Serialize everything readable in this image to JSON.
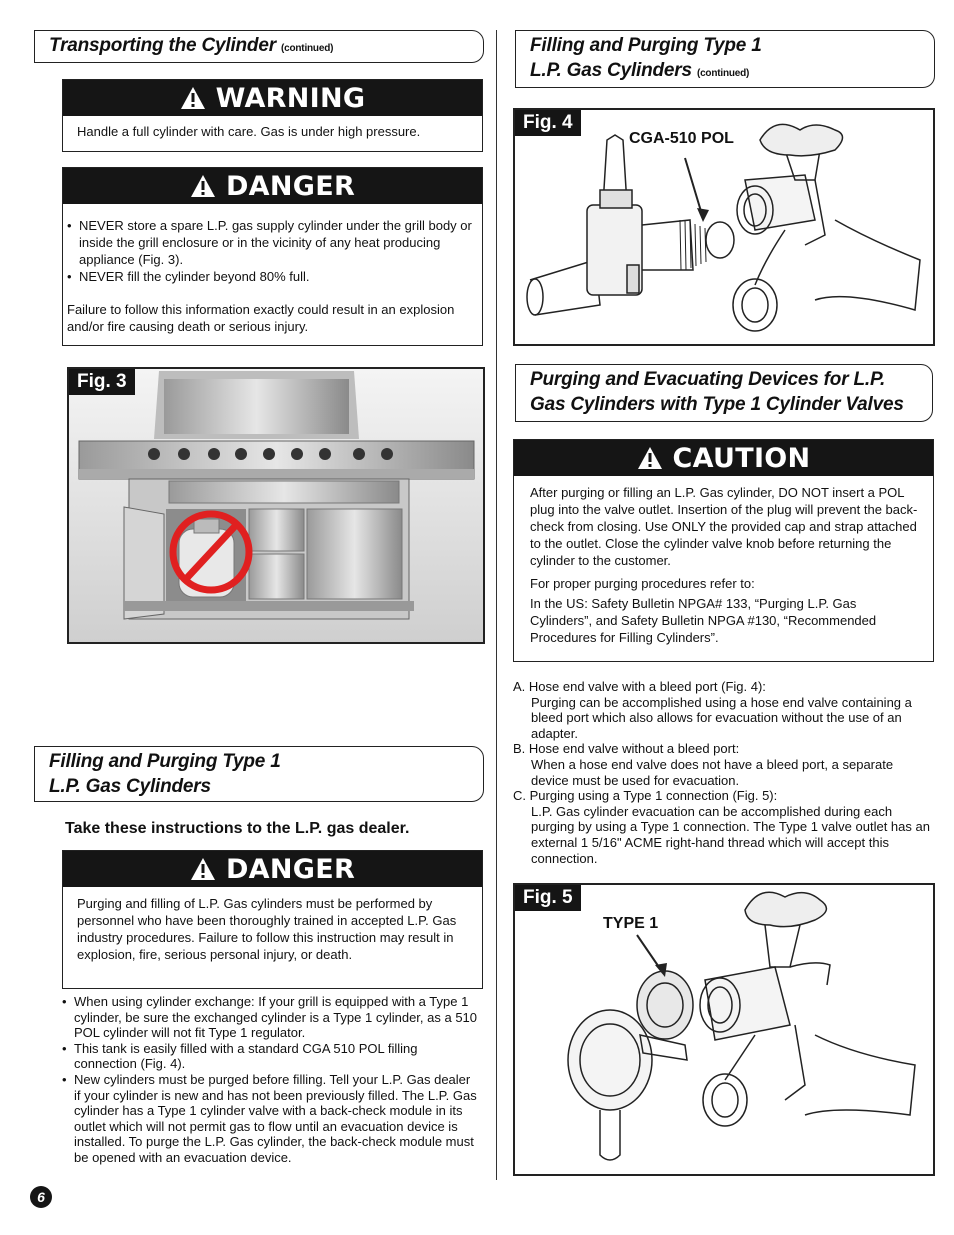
{
  "left": {
    "transport_header": {
      "title": "Transporting the Cylinder",
      "cont": "(continued)"
    },
    "warning": {
      "label": "WARNING",
      "text": "Handle a full cylinder with care. Gas is under high pressure."
    },
    "danger1": {
      "label": "DANGER",
      "bullets": [
        "NEVER store a spare L.P. gas supply cylinder under the grill body or inside the grill enclosure or in the vicinity of any heat producing appliance (Fig. 3).",
        "NEVER fill the cylinder beyond 80% full."
      ],
      "failure": "Failure to follow this information exactly could result in an explosion and/or fire causing death or serious injury."
    },
    "fig3_label": "Fig. 3",
    "filling_header": {
      "line1": "Filling and Purging Type 1",
      "line2": "L.P. Gas Cylinders"
    },
    "take_instructions": "Take these instructions to the L.P. gas dealer.",
    "danger2": {
      "label": "DANGER",
      "text": "Purging and filling of L.P. Gas cylinders must be performed by personnel who have been thoroughly trained in accepted L.P. Gas industry procedures. Failure to follow this instruction may result in explosion, fire, serious personal injury, or death."
    },
    "bullets": [
      "When using cylinder exchange: If your grill is equipped with a Type 1 cylinder, be sure the exchanged cylinder is a Type 1 cylinder, as a 510 POL cylinder will not fit Type 1 regulator.",
      "This tank is easily filled with a standard CGA 510 POL filling connection (Fig. 4).",
      "New cylinders must be purged before filling. Tell your L.P. Gas dealer if your cylinder is new and has not been previously filled. The L.P. Gas cylinder has a Type 1 cylinder valve with a back-check module in its outlet which will not permit gas to flow until an evacuation device is installed. To purge the L.P. Gas cylinder, the back-check module must be opened with an evacuation device."
    ],
    "page_number": "6"
  },
  "right": {
    "filling_header": {
      "line1": "Filling and Purging Type 1",
      "line2": "L.P. Gas Cylinders",
      "cont": "(continued)"
    },
    "fig4_label": "Fig. 4",
    "fig4_callout": "CGA-510 POL",
    "purging_header": {
      "line1": "Purging and Evacuating Devices for L.P.",
      "line2": "Gas Cylinders with Type 1 Cylinder Valves"
    },
    "caution": {
      "label": "CAUTION",
      "text": "After purging or filling an L.P. Gas cylinder, DO NOT insert a POL plug into the valve outlet. Insertion of the plug will prevent the back-check from closing. Use ONLY the provided cap and strap attached to the outlet. Close the cylinder valve knob before returning the cylinder to the customer.",
      "refer": "For proper purging procedures refer to:",
      "us": "In the US: Safety Bulletin NPGA# 133, “Purging L.P. Gas Cylinders”, and Safety Bulletin NPGA #130, “Recommended Procedures for Filling Cylinders”."
    },
    "items": [
      {
        "head": "A. Hose end valve with a bleed port (Fig. 4):",
        "body": "Purging can be accomplished using a hose end valve containing a bleed port which also allows for evacuation without the use of an adapter."
      },
      {
        "head": "B. Hose end valve without a bleed port:",
        "body": "When a hose end valve does not have a bleed port, a separate device must be used for evacuation."
      },
      {
        "head": "C. Purging using a Type 1 connection (Fig. 5):",
        "body": "L.P. Gas cylinder evacuation can be accomplished during each purging by using a Type 1 connection.  The Type 1 valve outlet has an external 1 5/16\" ACME right-hand thread which will accept this connection."
      }
    ],
    "fig5_label": "Fig. 5",
    "fig5_callout": "TYPE 1"
  }
}
